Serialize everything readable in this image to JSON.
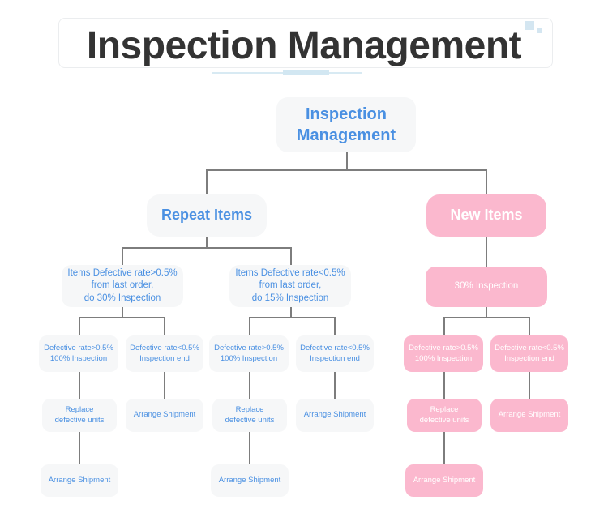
{
  "header": {
    "title": "Inspection Management",
    "accent_color": "#d4e6f1",
    "title_color": "#333333"
  },
  "theme": {
    "blue_node_bg": "#f6f7f8",
    "blue_node_text": "#4a90e2",
    "pink_node_bg": "#fbb8ce",
    "pink_node_text": "#ffffff",
    "connector_color": "#7d7d7d",
    "page_bg": "#ffffff"
  },
  "diagram": {
    "root": {
      "label": "Inspection Management"
    },
    "branches": [
      {
        "label": "Repeat Items",
        "style": "blue",
        "conditions": [
          {
            "label": "Items Defective rate>0.5%\nfrom last order,\ndo 30% Inspection",
            "outcomes": [
              {
                "label": "Defective rate>0.5%\n100% Inspection",
                "action": "Replace\ndefective units",
                "final": "Arrange Shipment"
              },
              {
                "label": "Defective rate<0.5%\nInspection end",
                "action": "Arrange Shipment",
                "final": null
              }
            ]
          },
          {
            "label": "Items Defective rate<0.5%\nfrom last order,\ndo 15% Inspection",
            "outcomes": [
              {
                "label": "Defective rate>0.5%\n100% Inspection",
                "action": "Replace\ndefective units",
                "final": "Arrange Shipment"
              },
              {
                "label": "Defective rate<0.5%\nInspection end",
                "action": "Arrange Shipment",
                "final": null
              }
            ]
          }
        ]
      },
      {
        "label": "New Items",
        "style": "pink",
        "conditions": [
          {
            "label": "30% Inspection",
            "outcomes": [
              {
                "label": "Defective rate>0.5%\n100% Inspection",
                "action": "Replace\ndefective units",
                "final": "Arrange Shipment"
              },
              {
                "label": "Defective rate<0.5%\nInspection end",
                "action": "Arrange Shipment",
                "final": null
              }
            ]
          }
        ]
      }
    ]
  }
}
